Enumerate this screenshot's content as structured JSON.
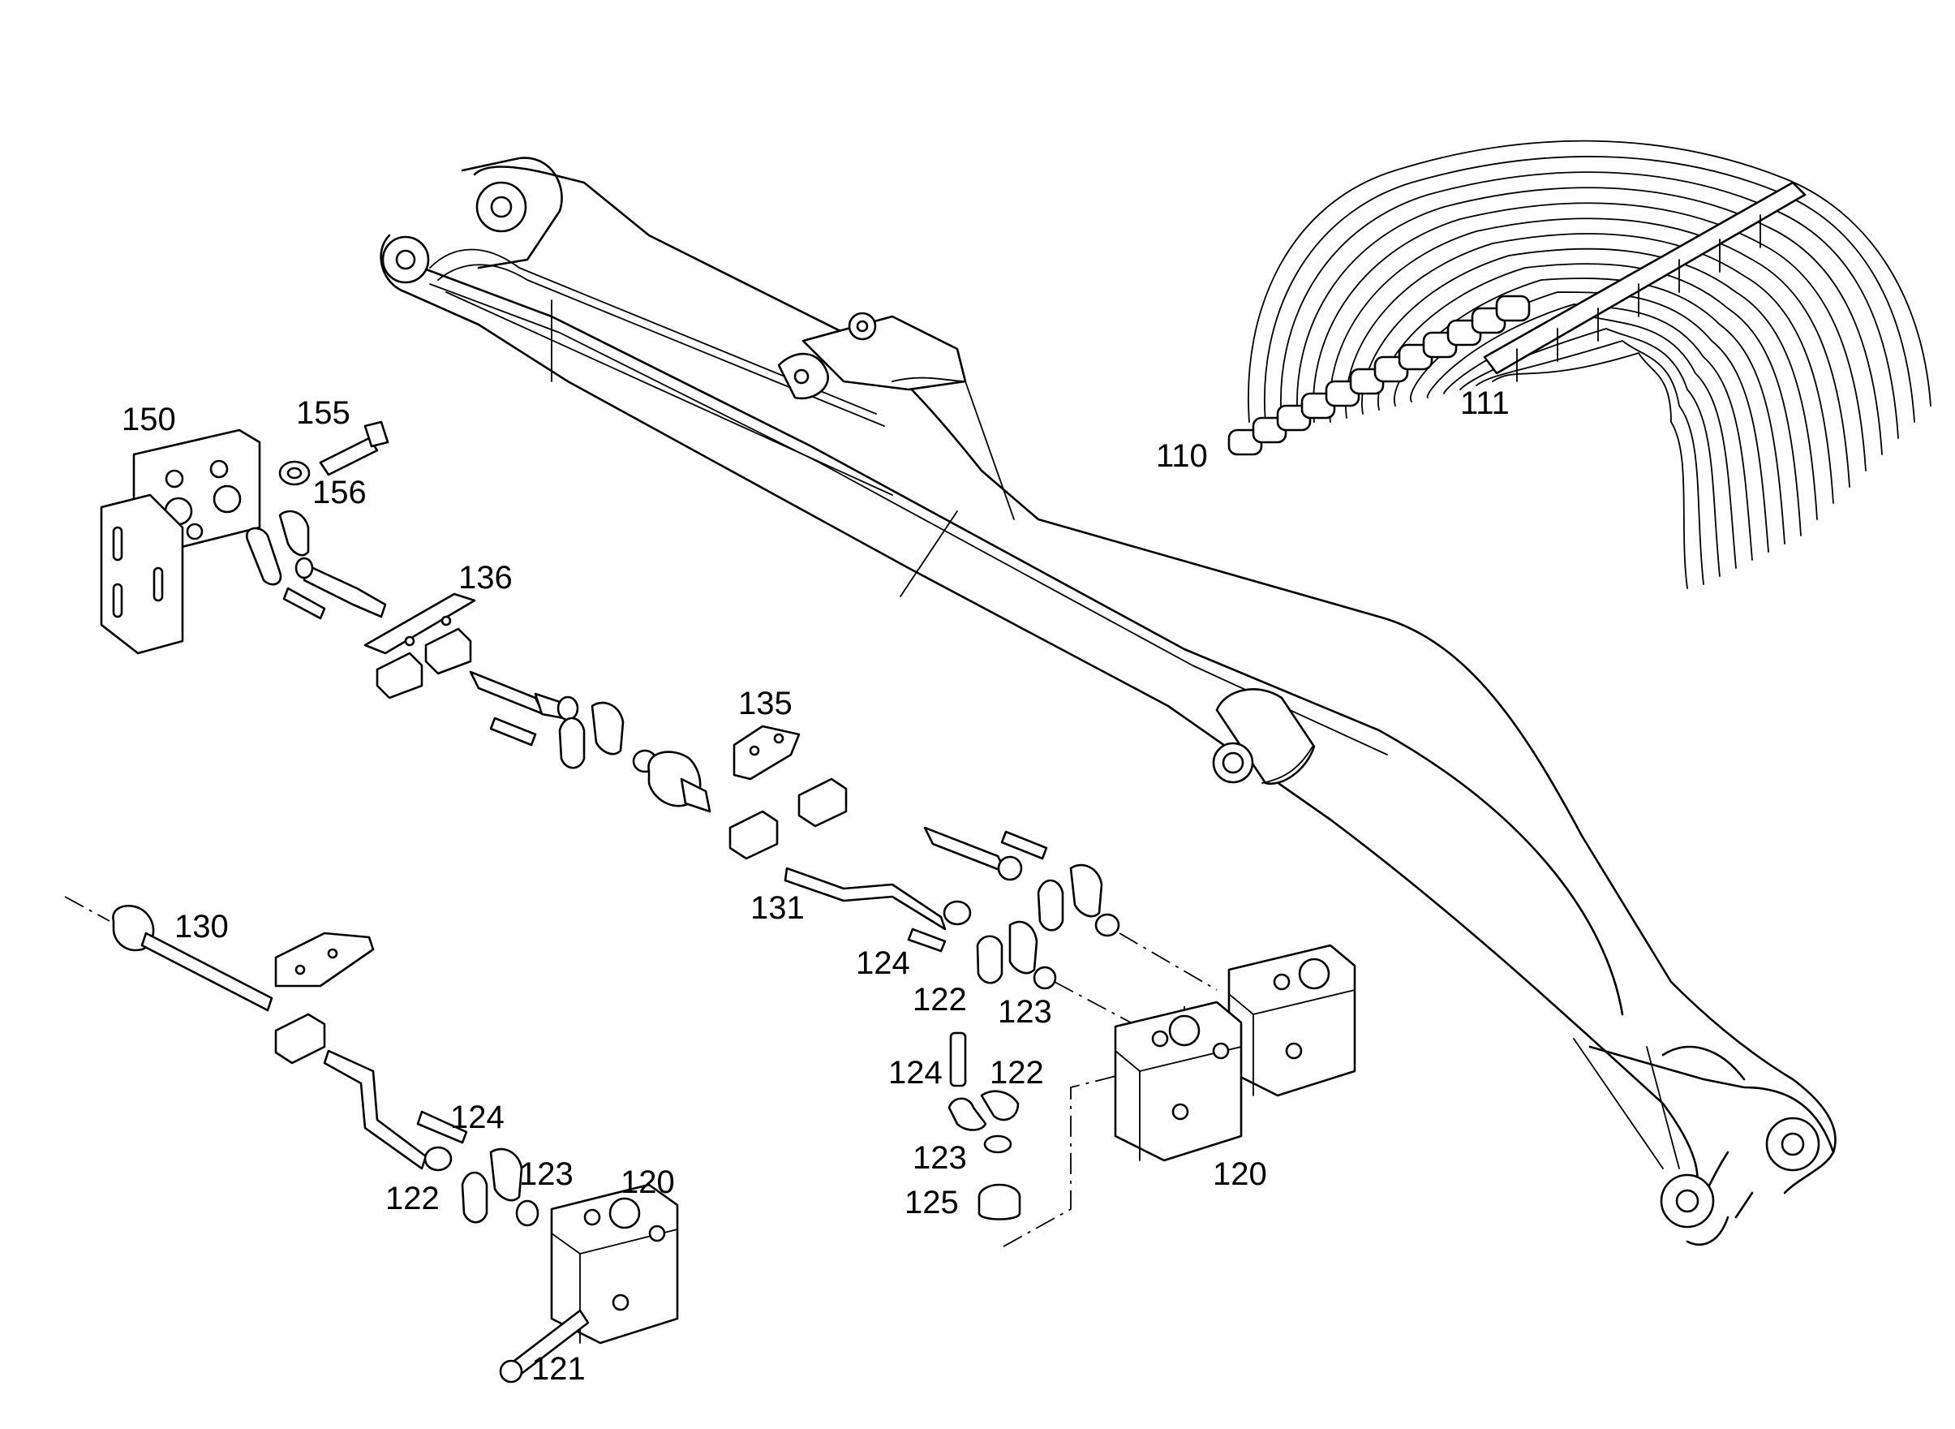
{
  "diagram": {
    "callouts": [
      {
        "id": "c150",
        "text": "150"
      },
      {
        "id": "c155",
        "text": "155"
      },
      {
        "id": "c156",
        "text": "156"
      },
      {
        "id": "c136",
        "text": "136"
      },
      {
        "id": "c135",
        "text": "135"
      },
      {
        "id": "c130",
        "text": "130"
      },
      {
        "id": "c131",
        "text": "131"
      },
      {
        "id": "c124a",
        "text": "124"
      },
      {
        "id": "c122a",
        "text": "122"
      },
      {
        "id": "c123a",
        "text": "123"
      },
      {
        "id": "c124b",
        "text": "124"
      },
      {
        "id": "c122b",
        "text": "122"
      },
      {
        "id": "c123b",
        "text": "123"
      },
      {
        "id": "c125",
        "text": "125"
      },
      {
        "id": "c120a",
        "text": "120"
      },
      {
        "id": "c124c",
        "text": "124"
      },
      {
        "id": "c122c",
        "text": "122"
      },
      {
        "id": "c123c",
        "text": "123"
      },
      {
        "id": "c120b",
        "text": "120"
      },
      {
        "id": "c121",
        "text": "121"
      },
      {
        "id": "c110",
        "text": "110"
      },
      {
        "id": "c111",
        "text": "111"
      }
    ]
  }
}
